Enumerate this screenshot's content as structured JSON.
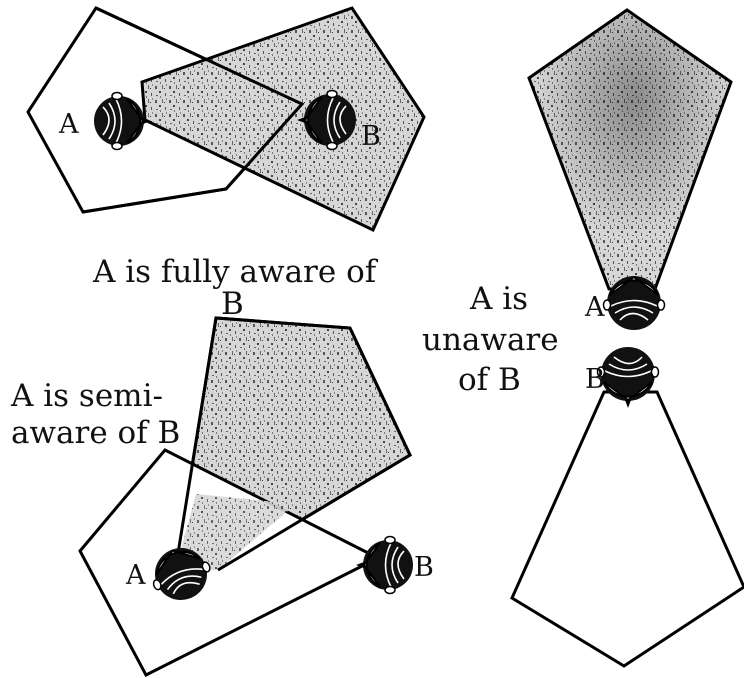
{
  "panels": {
    "fully": {
      "caption_line1": "A is fully aware of",
      "caption_line2": "B",
      "label_a": "A",
      "label_b": "B"
    },
    "semi": {
      "caption_line1": "A is semi-",
      "caption_line2": "aware of B",
      "label_a": "A",
      "label_b": "B"
    },
    "unaware": {
      "caption_line1": "A is",
      "caption_line2": "unaware",
      "caption_line3": "of B",
      "label_a": "A",
      "label_b": "B"
    }
  },
  "colors": {
    "outline": "#000000",
    "stipple_dark": "#555555",
    "stipple_light": "#b8b8b8",
    "background": "#ffffff"
  },
  "icons": [
    "head-icon"
  ]
}
